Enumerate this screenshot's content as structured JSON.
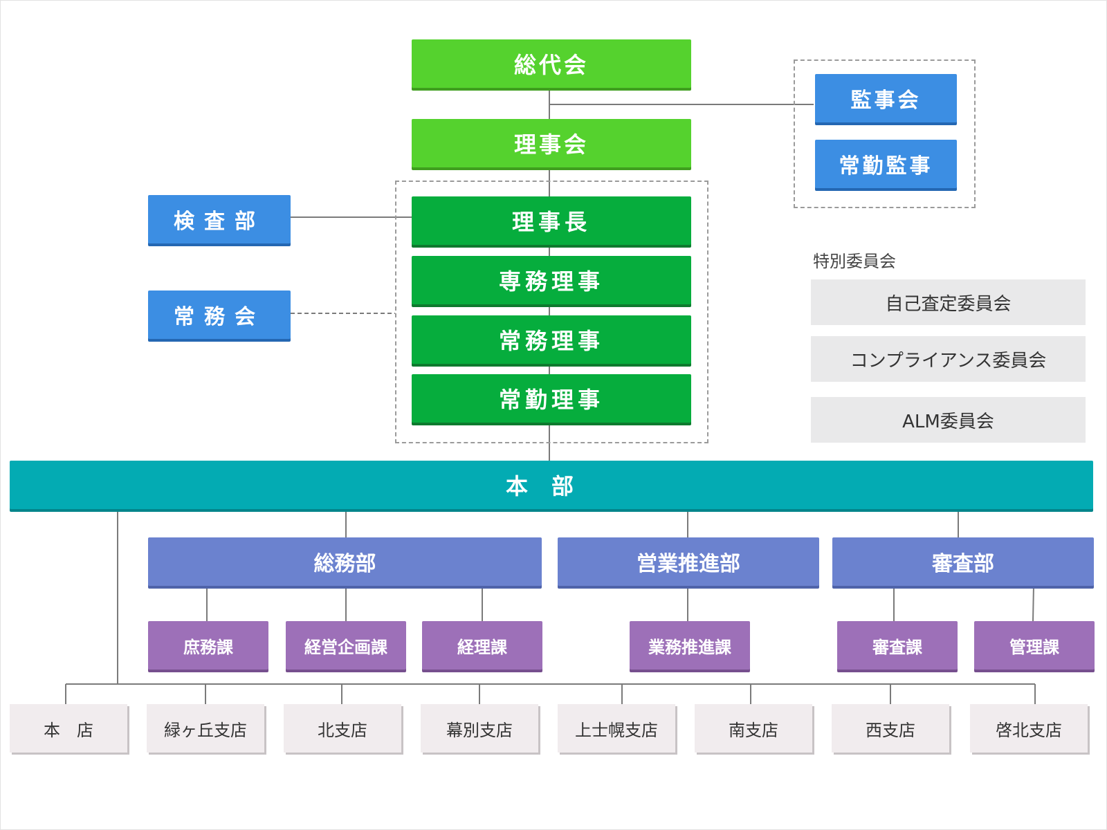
{
  "top": {
    "general_meeting": "総代会",
    "board": "理事会",
    "chairman": "理事長",
    "senior_managing": "専務理事",
    "managing": "常務理事",
    "fulltime_director": "常勤理事"
  },
  "audit": {
    "auditors_board": "監事会",
    "fulltime_auditor": "常勤監事"
  },
  "left": {
    "inspection": "検査部",
    "executive_committee": "常務会"
  },
  "special_committees": {
    "heading": "特別委員会",
    "items": [
      "自己査定委員会",
      "コンプライアンス委員会",
      "ALM委員会"
    ]
  },
  "headquarters": "本部",
  "departments": {
    "general_affairs": "総務部",
    "sales_promotion": "営業推進部",
    "examination": "審査部"
  },
  "sections": [
    "庶務課",
    "経営企画課",
    "経理課",
    "業務推進課",
    "審査課",
    "管理課"
  ],
  "branches": [
    "本　店",
    "緑ヶ丘支店",
    "北支店",
    "幕別支店",
    "上士幌支店",
    "南支店",
    "西支店",
    "啓北支店"
  ],
  "colors": {
    "lime": "#55d22e",
    "green": "#06ad3d",
    "blue": "#3c8ee3",
    "teal": "#03abb3",
    "indigo": "#6b82cf",
    "purple": "#9d70b8",
    "branch": "#f1ecee",
    "committee": "#e9e9ea"
  }
}
